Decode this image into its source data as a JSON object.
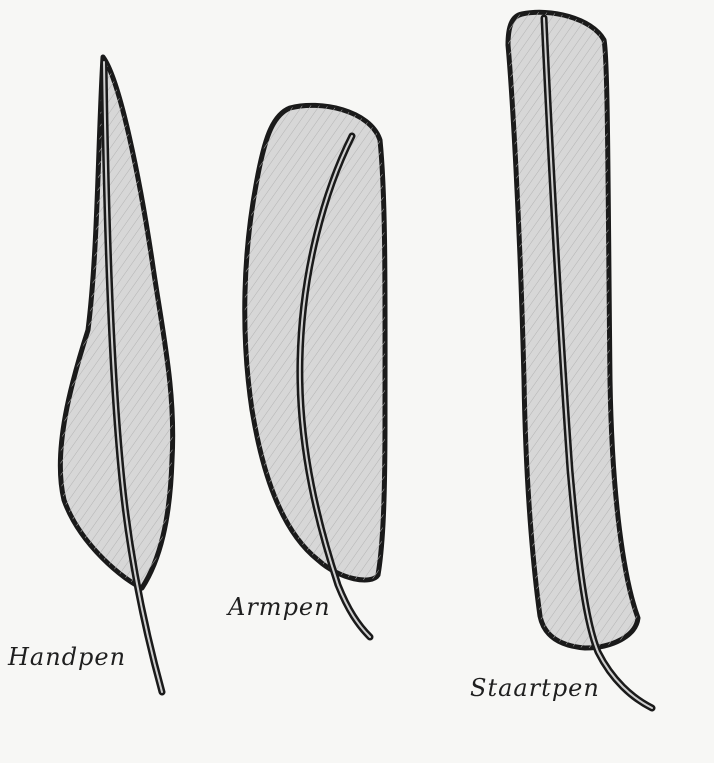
{
  "colors": {
    "paper": "#f7f7f5",
    "vane_fill": "#d7d7d7",
    "ink": "#1a1a1a",
    "hatch": "#b3b3b3"
  },
  "feathers": [
    {
      "id": "handpen",
      "label": "Handpen"
    },
    {
      "id": "armpen",
      "label": "Armpen"
    },
    {
      "id": "staartpen",
      "label": "Staartpen"
    }
  ]
}
